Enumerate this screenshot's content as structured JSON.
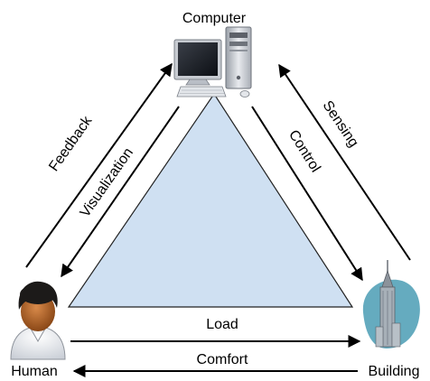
{
  "nodes": {
    "computer": "Computer",
    "human": "Human",
    "building": "Building"
  },
  "edges": {
    "feedback": "Feedback",
    "visualization": "Visualization",
    "sensing": "Sensing",
    "control": "Control",
    "load": "Load",
    "comfort": "Comfort"
  },
  "colors": {
    "triangle_fill": "#cfe0f2",
    "building_blob": "#4a9cb4",
    "arrow": "#000000"
  },
  "icons": {
    "computer": "desktop-computer-icon",
    "human": "person-avatar-icon",
    "building": "skyscraper-icon"
  }
}
